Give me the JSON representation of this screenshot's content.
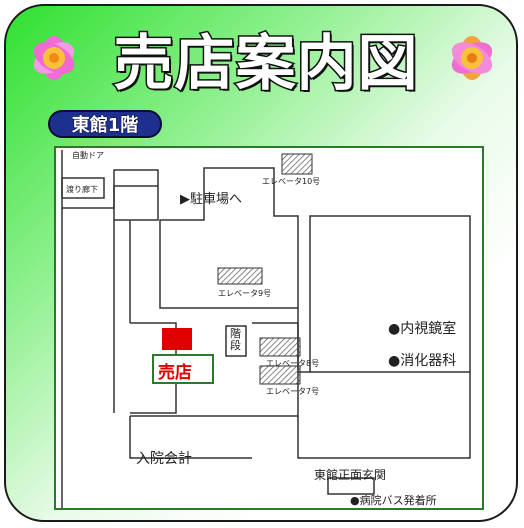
{
  "header": {
    "title": "売店案内図"
  },
  "floor_badge": "東館1階",
  "map": {
    "labels": {
      "auto_door": "自動ドア",
      "corridor": "渡り廊下",
      "parking": "▶駐車場へ",
      "elevator10": "エレベータ10号",
      "elevator9": "エレベータ9号",
      "elevator8": "エレベータ8号",
      "elevator7": "エレベータ7号",
      "stairs": "階段",
      "store": "売店",
      "admission": "入院会計",
      "endoscopy": "●内視鏡室",
      "digestive": "●消化器科",
      "entrance": "東館正面玄関",
      "bus": "●病院バス発着所"
    }
  },
  "colors": {
    "green_border": "#2a7a2a",
    "store_red": "#e00000",
    "badge_blue": "#1d2f8f"
  },
  "icons": {
    "left_flower": "flower-icon",
    "right_flower": "flower-icon"
  }
}
